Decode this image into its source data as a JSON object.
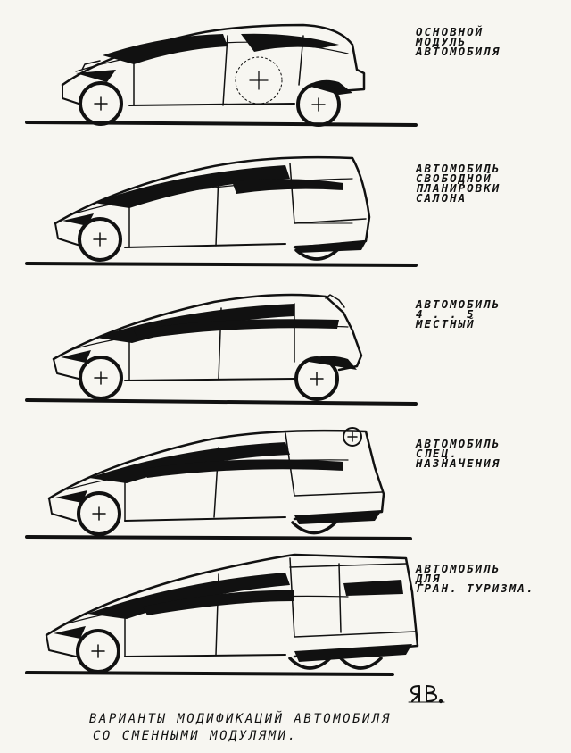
{
  "variants": [
    {
      "label": [
        "Основной",
        "Модуль",
        "Автомобиля"
      ]
    },
    {
      "label": [
        "Автомобиль",
        "свободной",
        "планировки",
        "салона"
      ]
    },
    {
      "label": [
        "Автомобиль",
        "4 . . 5",
        "местный"
      ]
    },
    {
      "label": [
        "Автомобиль",
        "спец.",
        "назначения"
      ]
    },
    {
      "label": [
        "Автомобиль",
        "для",
        "гран. туризма."
      ]
    }
  ],
  "signature": "ЯВ.",
  "caption": {
    "line1": "Варианты модификаций автомобиля",
    "line2": "со сменными модулями."
  },
  "colors": {
    "ink": "#111111",
    "paper": "#f7f6f1"
  }
}
